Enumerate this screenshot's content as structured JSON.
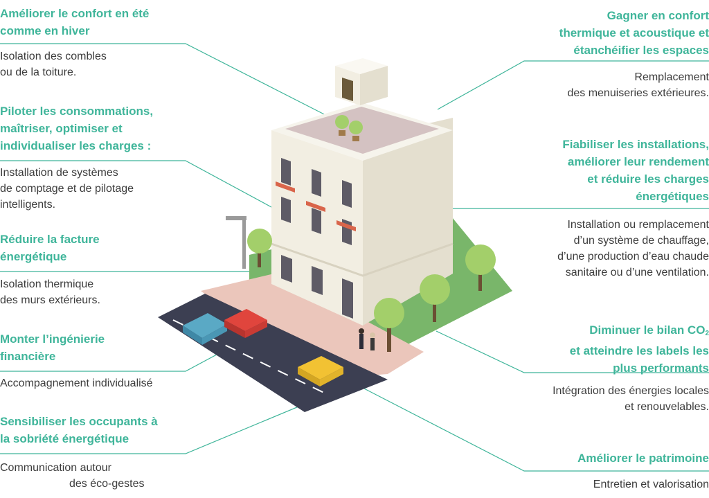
{
  "colors": {
    "accent": "#3fb59a",
    "text": "#3c3c3c",
    "facade": "#f2eee2",
    "facade_shadow": "#e4dfcf",
    "roof": "#d4c2c2",
    "road": "#3c3f52",
    "sidewalk": "#ebc6bb",
    "grass": "#79b66a",
    "tree": "#a3cf6a"
  },
  "left_items": [
    {
      "title": "Améliorer le confort en été\ncomme en hiver",
      "desc": "Isolation des combles\nou de la toiture."
    },
    {
      "title": "Piloter les consommations,\nmaîtriser, optimiser et\nindividualiser les charges :",
      "desc": "Installation de systèmes\nde comptage et de pilotage\nintelligents."
    },
    {
      "title": "Réduire la facture\nénergétique",
      "desc": "Isolation thermique\ndes murs extérieurs."
    },
    {
      "title": "Monter l’ingénierie\nfinancière",
      "desc": "Accompagnement individualisé"
    },
    {
      "title": "Sensibiliser les occupants à\nla sobriété énergétique",
      "desc_line1": "Communication autour",
      "desc_line2": "des éco-gestes"
    }
  ],
  "right_items": [
    {
      "title": "Gagner en confort\nthermique et acoustique et\nétanchéifier les espaces",
      "desc": "Remplacement\ndes menuiseries extérieures."
    },
    {
      "title": "Fiabiliser les installations,\naméliorer leur rendement\net réduire les charges\nénergétiques",
      "desc": "Installation ou remplacement\nd’un système de chauffage,\nd’une production d’eau chaude\nsanitaire ou d’une ventilation."
    },
    {
      "title_line1_prefix": "Diminuer le bilan CO",
      "title_line1_sub": "2",
      "title_rest": "et atteindre les labels les\nplus performants",
      "desc": "Intégration des énergies locales\net renouvelables."
    },
    {
      "title": "Améliorer le patrimoine",
      "desc": "Entretien et valorisation"
    }
  ]
}
